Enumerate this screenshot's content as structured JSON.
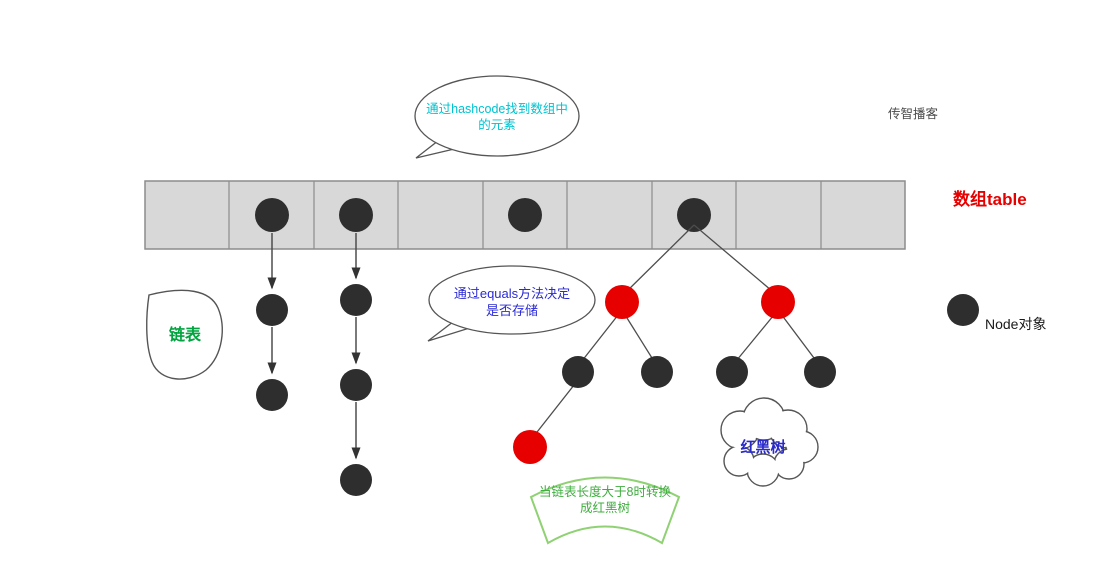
{
  "watermark": "传智播客",
  "array": {
    "label": "数组table",
    "cell_count": 9,
    "filled_cell_indices": [
      1,
      2,
      4,
      6
    ]
  },
  "legend": {
    "node_label": "Node对象"
  },
  "shape_labels": {
    "linked_list": "链表",
    "red_black_tree": "红黑树"
  },
  "callouts": {
    "hashcode_line1": "通过hashcode找到数组中",
    "hashcode_line2": "的元素",
    "equals_line1": "通过equals方法决定",
    "equals_line2": "是否存储",
    "convert_line1": "当链表长度大于8时转换",
    "convert_line2": "成红黑树"
  },
  "structure": {
    "linked_list_chain_lengths": [
      2,
      3
    ],
    "tree_node_colors": [
      "red",
      "red",
      "black",
      "black",
      "black",
      "black",
      "red"
    ]
  },
  "colors": {
    "array_cell_fill": "#d8d8d8",
    "array_cell_border": "#8c8c8c",
    "black_node": "#2e2e2e",
    "red_node": "#e60000",
    "edge_line": "#4d4d4d",
    "bubble_stroke": "#555555",
    "banner_stroke": "#8fd173",
    "array_label_text": "#e60000",
    "hashcode_text": "#00c2cf",
    "equals_text": "#2a2ad4",
    "green_text": "#3fae3f",
    "linked_list_text": "#00a33e",
    "rbtree_text": "#2a2ac8"
  }
}
